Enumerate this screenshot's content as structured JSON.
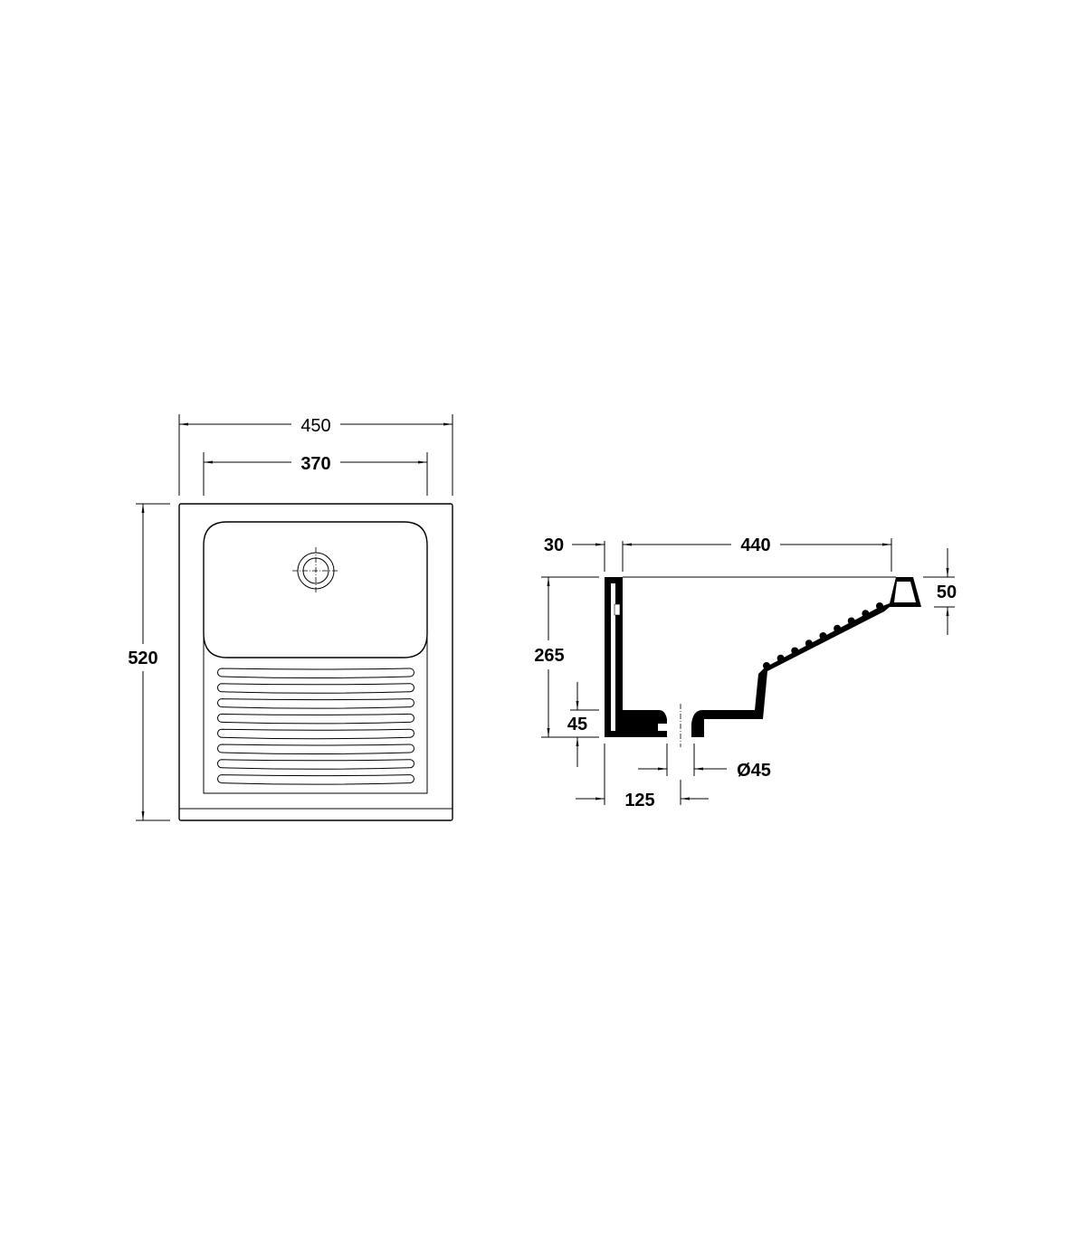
{
  "top_view": {
    "overall_width": "450",
    "basin_width": "370",
    "overall_depth": "520",
    "rib_count": 8
  },
  "side_view": {
    "back_wall": "30",
    "length": "440",
    "rim_height": "50",
    "height": "265",
    "drain_height": "45",
    "drain_diameter": "Ø45",
    "drain_offset": "125"
  }
}
